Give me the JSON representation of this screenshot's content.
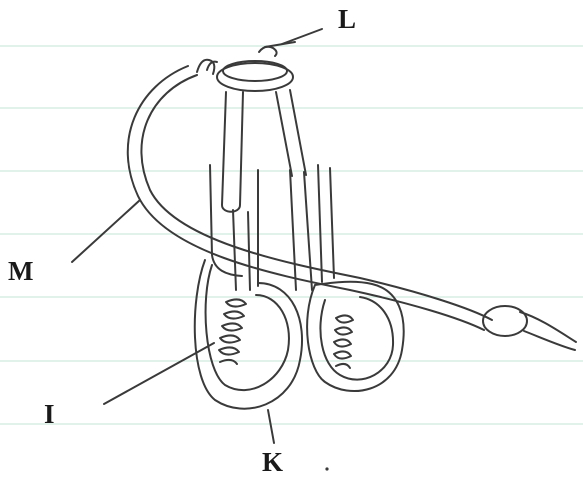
{
  "labels": {
    "L": "L",
    "M": "M",
    "I": "I",
    "K": "K"
  },
  "colors": {
    "paper": "#ffffff",
    "ruled_line": "#cfe9de",
    "ink": "#3a3a3a"
  }
}
